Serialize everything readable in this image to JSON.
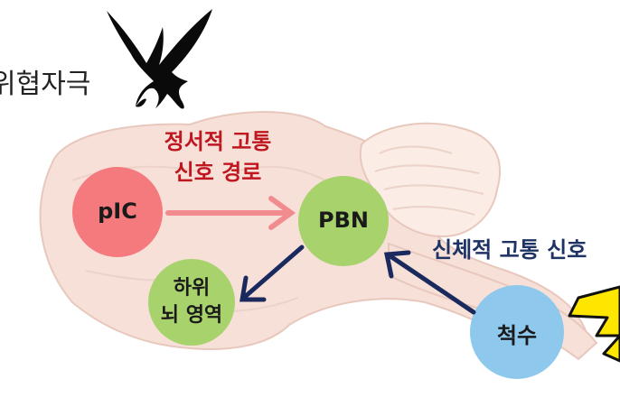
{
  "threat": {
    "label": "위협자극",
    "icon": "eagle-icon"
  },
  "pathways": {
    "emotional_line1": "정서적 고통",
    "emotional_line2": "신호 경로",
    "physical": "신체적 고통 신호"
  },
  "nodes": {
    "pic": {
      "label": "pIC",
      "color": "#f47a7e"
    },
    "pbn": {
      "label": "PBN",
      "color": "#a8d26c"
    },
    "hypo_line1": "하위",
    "hypo_line2": "뇌 영역",
    "spinal": {
      "label": "척수",
      "color": "#8ec8ec"
    }
  },
  "colors": {
    "emotional_arrow": "#f28b8e",
    "physical_arrow": "#1a2a5e",
    "brain": "#f6e0d8",
    "brain_outline": "#e8c8bd",
    "lightning": "#ffe600"
  }
}
